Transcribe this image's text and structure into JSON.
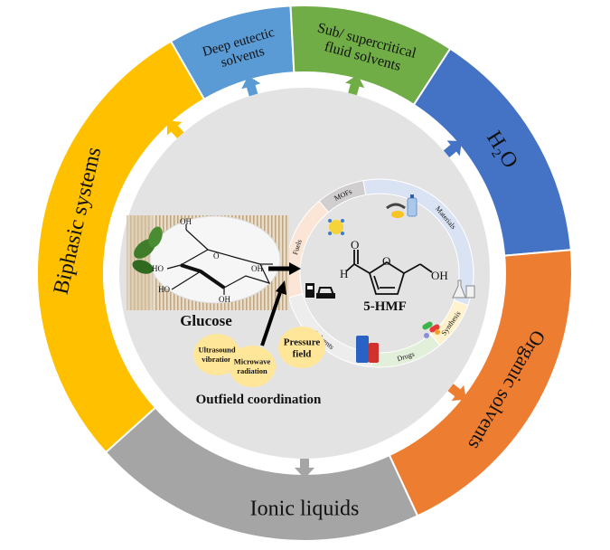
{
  "outer_ring": [
    {
      "id": "deep-eutectic",
      "lines": [
        "Deep eutectic",
        "solvents"
      ],
      "color": "#5b9bd5",
      "arrow_color": "#5b9bd5",
      "start": -30,
      "end": -3
    },
    {
      "id": "sub-supercritical",
      "lines": [
        "Sub/ supercritical",
        "fluid solvents"
      ],
      "color": "#70ad47",
      "arrow_color": "#70ad47",
      "start": -3,
      "end": 33
    },
    {
      "id": "h2o",
      "lines": [
        "H₂O"
      ],
      "color": "#4472c4",
      "arrow_color": "#4472c4",
      "start": 33,
      "end": 85
    },
    {
      "id": "organic-solvents",
      "lines": [
        "Organic solvents"
      ],
      "color": "#ed7d31",
      "arrow_color": "#ed7d31",
      "start": 85,
      "end": 155
    },
    {
      "id": "ionic-liquids",
      "lines": [
        "Ionic liquids"
      ],
      "color": "#a5a5a5",
      "arrow_color": "#a5a5a5",
      "start": 155,
      "end": 228
    },
    {
      "id": "biphasic-systems",
      "lines": [
        "Biphasic systems"
      ],
      "color": "#ffc000",
      "arrow_color": "#ffc000",
      "start": 228,
      "end": 330
    }
  ],
  "center": {
    "substrate_label": "Glucose",
    "product_label": "5-HMF",
    "outfield_title": "Outfield coordination",
    "outfield_methods": [
      {
        "lines": [
          "Ultrasound",
          "vibration"
        ]
      },
      {
        "lines": [
          "Microwave",
          "radiation"
        ]
      },
      {
        "lines": [
          "Pressure",
          "field"
        ]
      }
    ],
    "glucose_atoms": [
      "OH",
      "HO",
      "HO",
      "OH",
      "OH",
      "O"
    ],
    "hmf_atoms": {
      "aldehyde_o": "O",
      "aldehyde_h": "H",
      "ring_o": "O",
      "hydroxyl": "OH"
    }
  },
  "applications_ring": [
    {
      "label": "MOFs",
      "color": "#d0cece"
    },
    {
      "label": "Materials",
      "color": "#dae3f3"
    },
    {
      "label": "Synthesis",
      "color": "#fff2cc"
    },
    {
      "label": "Drugs",
      "color": "#e2efda"
    },
    {
      "label": "Solvents",
      "color": "#ededed"
    },
    {
      "label": "Fuels",
      "color": "#fbe5d6"
    }
  ],
  "colors": {
    "inner_disc": "#e3e3e3",
    "ellipse": "#ffe699"
  }
}
